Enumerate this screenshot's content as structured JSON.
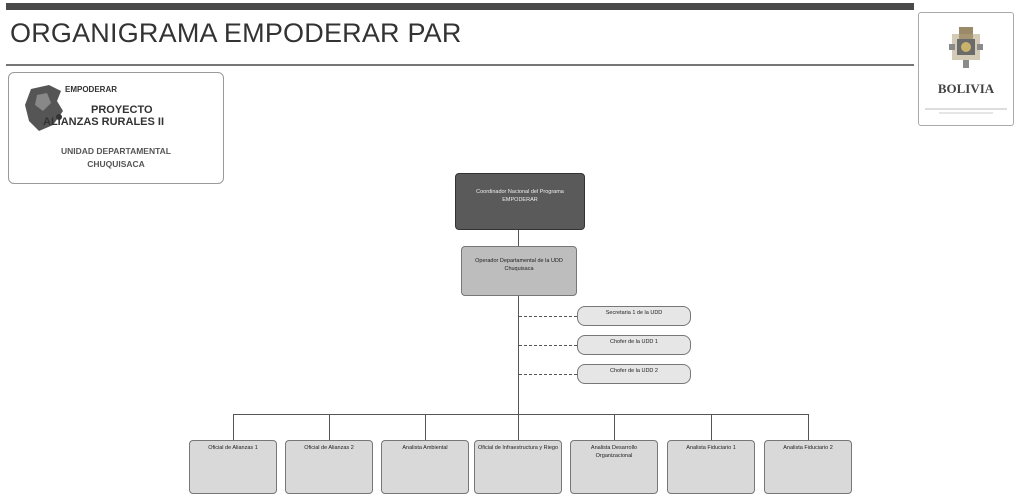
{
  "header": {
    "title": "ORGANIGRAMA EMPODERAR PAR"
  },
  "bolivia_logo": {
    "name": "BOLIVIA"
  },
  "project_logo": {
    "small_text": "EMPODERAR",
    "line1": "PROYECTO",
    "line2": "ALIANZAS RURALES II",
    "unit_line1": "UNIDAD DEPARTAMENTAL",
    "unit_line2": "CHUQUISACA"
  },
  "org": {
    "top": "Coordinador Nacional del Programa EMPODERAR",
    "second": "Operador Departamental de la UDD Chuquisaca",
    "staff": [
      "Secretaria 1 de la UDD",
      "Chofer de la UDD 1",
      "Chofer de la UDD 2"
    ],
    "bottom": [
      "Oficial de Alianzas 1",
      "Oficial de Alianzas 2",
      "Analista Ambiental",
      "Oficial de Infraestructura y Riego",
      "Analista Desarrollo Organizacional",
      "Analista Fiduciario 1",
      "Analista Fiduciario 2"
    ]
  }
}
